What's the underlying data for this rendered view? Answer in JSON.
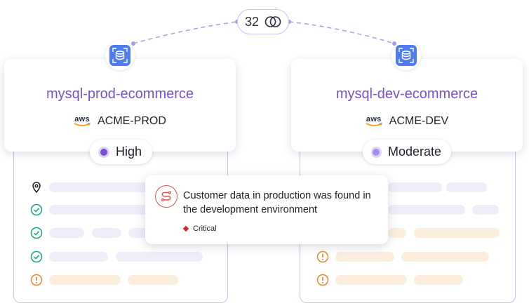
{
  "connection": {
    "count": "32",
    "icon": "overlap-circles-icon"
  },
  "left": {
    "resource_name": "mysql-prod-ecommerce",
    "provider": "aws",
    "account": "ACME-PROD",
    "severity": "High",
    "icon": "database-icon"
  },
  "right": {
    "resource_name": "mysql-dev-ecommerce",
    "provider": "aws",
    "account": "ACME-DEV",
    "severity": "Moderate",
    "icon": "database-icon"
  },
  "finding": {
    "message": "Customer data in production was found in the development environment",
    "severity": "Critical",
    "icon": "flow-path-icon"
  },
  "colors": {
    "accent": "#7b4fd1",
    "db_icon": "#4f7cf0",
    "critical": "#d9262c",
    "check": "#1aa58b",
    "warning": "#e38a2a"
  }
}
